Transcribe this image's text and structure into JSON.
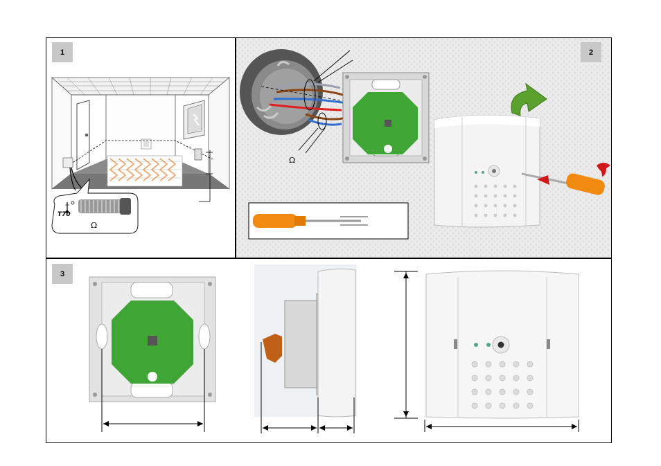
{
  "panels": [
    {
      "number": "1"
    },
    {
      "number": "2"
    },
    {
      "number": "3"
    }
  ],
  "symbols": {
    "omega_panel1": "Ω",
    "omega_panel2": "Ω",
    "temperature_rating": "T70"
  },
  "colors": {
    "frame": "#000000",
    "badge": "#c8c8c8",
    "pcb_green": "#3fa535",
    "wall_texture": "#e6e6e6",
    "screwdriver_orange": "#f08a10",
    "arrow_green": "#5aa02c",
    "arrow_red": "#d01818",
    "heating_mat_orange": "#f0a060",
    "wire_brown": "#8b4513",
    "wire_blue": "#3070d0",
    "wire_red": "#e02020"
  }
}
